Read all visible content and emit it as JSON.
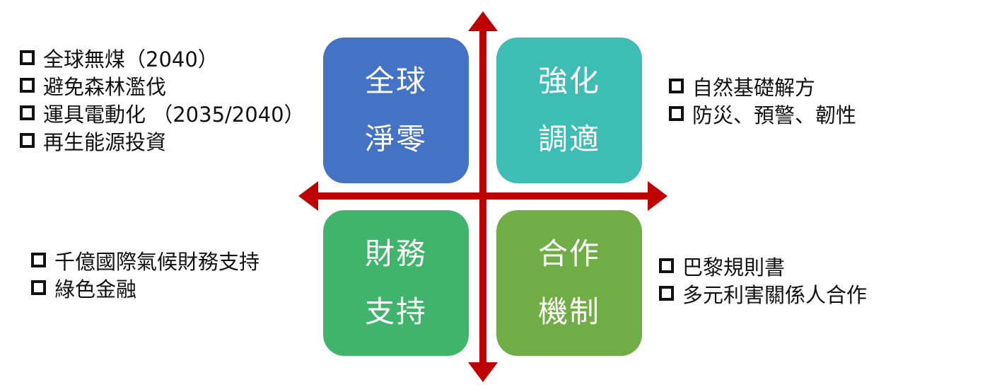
{
  "quadrants": {
    "top_left": {
      "title_line1": "全球",
      "title_line2": "淨零",
      "color": "#4472c4"
    },
    "top_right": {
      "title_line1": "強化",
      "title_line2": "調適",
      "color": "#3dbdb3"
    },
    "bottom_left": {
      "title_line1": "財務",
      "title_line2": "支持",
      "color": "#41b46b"
    },
    "bottom_right": {
      "title_line1": "合作",
      "title_line2": "機制",
      "color": "#70ad47"
    }
  },
  "lists": {
    "top_left": [
      "全球無煤（2040）",
      "避免森林濫伐",
      "運具電動化 （2035/2040）",
      "再生能源投資"
    ],
    "top_right": [
      "自然基礎解方",
      "防災、預警、韌性"
    ],
    "bottom_left": [
      "千億國際氣候財務支持",
      "綠色金融"
    ],
    "bottom_right": [
      "巴黎規則書",
      "多元利害關係人合作"
    ]
  },
  "axis_color": "#c00000"
}
